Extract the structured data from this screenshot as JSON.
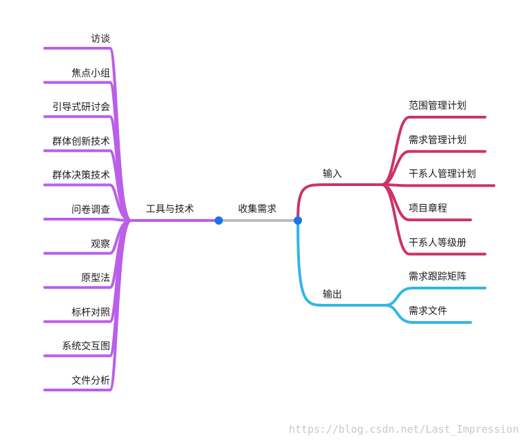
{
  "colors": {
    "tools": "#bb5ee8",
    "center": "#bdbdbd",
    "node": "#1a73e8",
    "input": "#cc3366",
    "output": "#33b5e8",
    "text": "#1a1a1a",
    "watermark": "#c8c8c8"
  },
  "center": {
    "label": "收集需求"
  },
  "tools": {
    "label": "工具与技术",
    "items": [
      "访谈",
      "焦点小组",
      "引导式研讨会",
      "群体创新技术",
      "群体决策技术",
      "问卷调查",
      "观察",
      "原型法",
      "标杆对照",
      "系统交互图",
      "文件分析"
    ]
  },
  "inputs": {
    "label": "输入",
    "items": [
      "范围管理计划",
      "需求管理计划",
      "干系人管理计划",
      "项目章程",
      "干系人等级册"
    ]
  },
  "outputs": {
    "label": "输出",
    "items": [
      "需求跟踪矩阵",
      "需求文件"
    ]
  },
  "watermark": "https://blog.csdn.net/Last_Impression"
}
